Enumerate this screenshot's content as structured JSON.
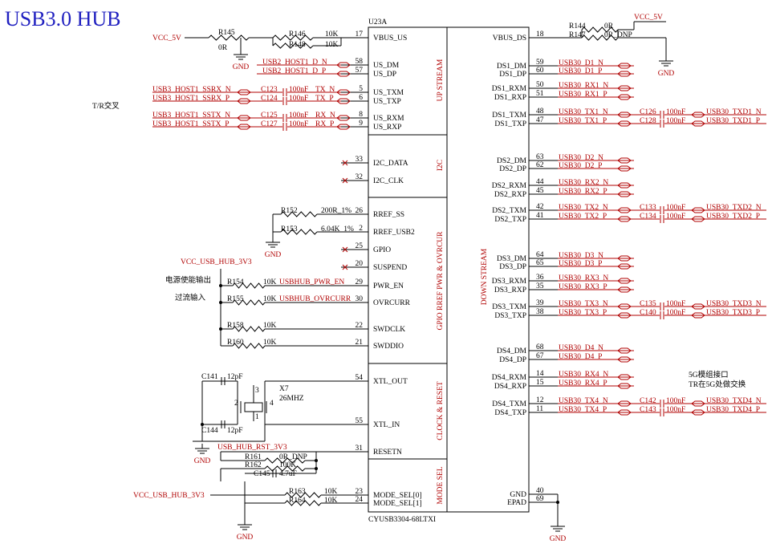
{
  "title": "USB3.0 HUB",
  "chip": {
    "ref": "U23A",
    "part": "CYUSB3304-68LTXI",
    "sections": [
      "UP STREAM",
      "I2C",
      "GPIO RREF PWR & OVRCUR",
      "CLOCK & RESET",
      "MODE SEL",
      "DOWN STREAM"
    ]
  },
  "annotations": {
    "tr_swap": "T/R交叉",
    "power_enable_out": "电源使能输出",
    "overcurrent_in": "过流输入",
    "fiveg_note1": "5G模组接口",
    "fiveg_note2": "TR在5G处做交换"
  },
  "power": {
    "vcc5v": "VCC_5V",
    "vcc_hub": "VCC_USB_HUB_3V3",
    "rst": "USB_HUB_RST_3V3",
    "gnd": "GND"
  },
  "left_pins": [
    {
      "num": "17",
      "name": "VBUS_US"
    },
    {
      "num": "58",
      "name": "US_DM"
    },
    {
      "num": "57",
      "name": "US_DP"
    },
    {
      "num": "5",
      "name": "US_TXM"
    },
    {
      "num": "6",
      "name": "US_TXP"
    },
    {
      "num": "8",
      "name": "US_RXM"
    },
    {
      "num": "9",
      "name": "US_RXP"
    },
    {
      "num": "33",
      "name": "I2C_DATA"
    },
    {
      "num": "32",
      "name": "I2C_CLK"
    },
    {
      "num": "26",
      "name": "RREF_SS"
    },
    {
      "num": "2",
      "name": "RREF_USB2"
    },
    {
      "num": "25",
      "name": "GPIO"
    },
    {
      "num": "20",
      "name": "SUSPEND"
    },
    {
      "num": "29",
      "name": "PWR_EN"
    },
    {
      "num": "30",
      "name": "OVRCURR"
    },
    {
      "num": "22",
      "name": "SWDCLK"
    },
    {
      "num": "21",
      "name": "SWDDIO"
    },
    {
      "num": "54",
      "name": "XTL_OUT"
    },
    {
      "num": "55",
      "name": "XTL_IN"
    },
    {
      "num": "31",
      "name": "RESETN"
    },
    {
      "num": "23",
      "name": "MODE_SEL[0]"
    },
    {
      "num": "24",
      "name": "MODE_SEL[1]"
    }
  ],
  "right_pins": [
    {
      "num": "18",
      "name": "VBUS_DS"
    },
    {
      "num": "59",
      "name": "DS1_DM",
      "net": "USB30_D1_N"
    },
    {
      "num": "60",
      "name": "DS1_DP",
      "net": "USB30_D1_P"
    },
    {
      "num": "50",
      "name": "DS1_RXM",
      "net": "USB30_RX1_N"
    },
    {
      "num": "51",
      "name": "DS1_RXP",
      "net": "USB30_RX1_P"
    },
    {
      "num": "48",
      "name": "DS1_TXM",
      "net": "USB30_TX1_N"
    },
    {
      "num": "47",
      "name": "DS1_TXP",
      "net": "USB30_TX1_P"
    },
    {
      "num": "63",
      "name": "DS2_DM",
      "net": "USB30_D2_N"
    },
    {
      "num": "62",
      "name": "DS2_DP",
      "net": "USB30_D2_P"
    },
    {
      "num": "44",
      "name": "DS2_RXM",
      "net": "USB30_RX2_N"
    },
    {
      "num": "45",
      "name": "DS2_RXP",
      "net": "USB30_RX2_P"
    },
    {
      "num": "42",
      "name": "DS2_TXM",
      "net": "USB30_TX2_N"
    },
    {
      "num": "41",
      "name": "DS2_TXP",
      "net": "USB30_TX2_P"
    },
    {
      "num": "64",
      "name": "DS3_DM",
      "net": "USB30_D3_N"
    },
    {
      "num": "65",
      "name": "DS3_DP",
      "net": "USB30_D3_P"
    },
    {
      "num": "36",
      "name": "DS3_RXM",
      "net": "USB30_RX3_N"
    },
    {
      "num": "35",
      "name": "DS3_RXP",
      "net": "USB30_RX3_P"
    },
    {
      "num": "39",
      "name": "DS3_TXM",
      "net": "USB30_TX3_N"
    },
    {
      "num": "38",
      "name": "DS3_TXP",
      "net": "USB30_TX3_P"
    },
    {
      "num": "68",
      "name": "DS4_DM",
      "net": "USB30_D4_N"
    },
    {
      "num": "67",
      "name": "DS4_DP",
      "net": "USB30_D4_P"
    },
    {
      "num": "14",
      "name": "DS4_RXM",
      "net": "USB30_RX4_N"
    },
    {
      "num": "15",
      "name": "DS4_RXP",
      "net": "USB30_RX4_P"
    },
    {
      "num": "12",
      "name": "DS4_TXM",
      "net": "USB30_TX4_N"
    },
    {
      "num": "11",
      "name": "DS4_TXP",
      "net": "USB30_TX4_P"
    },
    {
      "num": "40",
      "name": "GND"
    },
    {
      "num": "69",
      "name": "EPAD"
    }
  ],
  "tx_caps": [
    {
      "ref": "C126",
      "val": "100nF",
      "net": "USB30_TXD1_N"
    },
    {
      "ref": "C128",
      "val": "100nF",
      "net": "USB30_TXD1_P"
    },
    {
      "ref": "C133",
      "val": "100nF",
      "net": "USB30_TXD2_N"
    },
    {
      "ref": "C134",
      "val": "100nF",
      "net": "USB30_TXD2_P"
    },
    {
      "ref": "C135",
      "val": "100nF",
      "net": "USB30_TXD3_N"
    },
    {
      "ref": "C140",
      "val": "100nF",
      "net": "USB30_TXD3_P"
    },
    {
      "ref": "C142",
      "val": "100nF",
      "net": "USB30_TXD4_N"
    },
    {
      "ref": "C143",
      "val": "100nF",
      "net": "USB30_TXD4_P"
    }
  ],
  "up_nets": [
    {
      "left": "USB2_HOST1_D_N",
      "right": ""
    },
    {
      "left": "USB2_HOST1_D_P",
      "right": ""
    },
    {
      "left": "USB3_HOST1_SSRX_N",
      "cap": "C123",
      "val": "100nF",
      "right": "TX_N"
    },
    {
      "left": "USB3_HOST1_SSRX_P",
      "cap": "C124",
      "val": "100nF",
      "right": "TX_P"
    },
    {
      "left": "USB3_HOST1_SSTX_N",
      "cap": "C125",
      "val": "100nF",
      "right": "RX_N"
    },
    {
      "left": "USB3_HOST1_SSTX_P",
      "cap": "C127",
      "val": "100nF",
      "right": "RX_P"
    }
  ],
  "resistors": {
    "r145": {
      "ref": "R145",
      "val": "0R"
    },
    "r146": {
      "ref": "R146",
      "val": "10K"
    },
    "r148": {
      "ref": "R148",
      "val": "10K"
    },
    "r144": {
      "ref": "R144",
      "val": "0R"
    },
    "r147": {
      "ref": "R147",
      "val": "0R_DNP"
    },
    "r152": {
      "ref": "R152",
      "val": "200R_1%"
    },
    "r153": {
      "ref": "R153",
      "val": "6.04K_1%"
    },
    "r154": {
      "ref": "R154",
      "val": "10K",
      "net": "USBHUB_PWR_EN"
    },
    "r155": {
      "ref": "R155",
      "val": "10K",
      "net": "USBHUB_OVRCURR"
    },
    "r158": {
      "ref": "R158",
      "val": "10K"
    },
    "r160": {
      "ref": "R160",
      "val": "10K"
    },
    "r161": {
      "ref": "R161",
      "val": "0R_DNP"
    },
    "r162": {
      "ref": "R162",
      "val": "100K"
    },
    "r163": {
      "ref": "R163",
      "val": "10K"
    },
    "r164": {
      "ref": "R164",
      "val": "10K"
    }
  },
  "caps": {
    "c141": {
      "ref": "C141",
      "val": "12pF"
    },
    "c144": {
      "ref": "C144",
      "val": "12pF"
    },
    "c145": {
      "ref": "C145",
      "val": "4.7uF"
    }
  },
  "crystal": {
    "ref": "X7",
    "val": "26MHZ",
    "p1": "1",
    "p2": "2",
    "p3": "3",
    "p4": "4"
  }
}
